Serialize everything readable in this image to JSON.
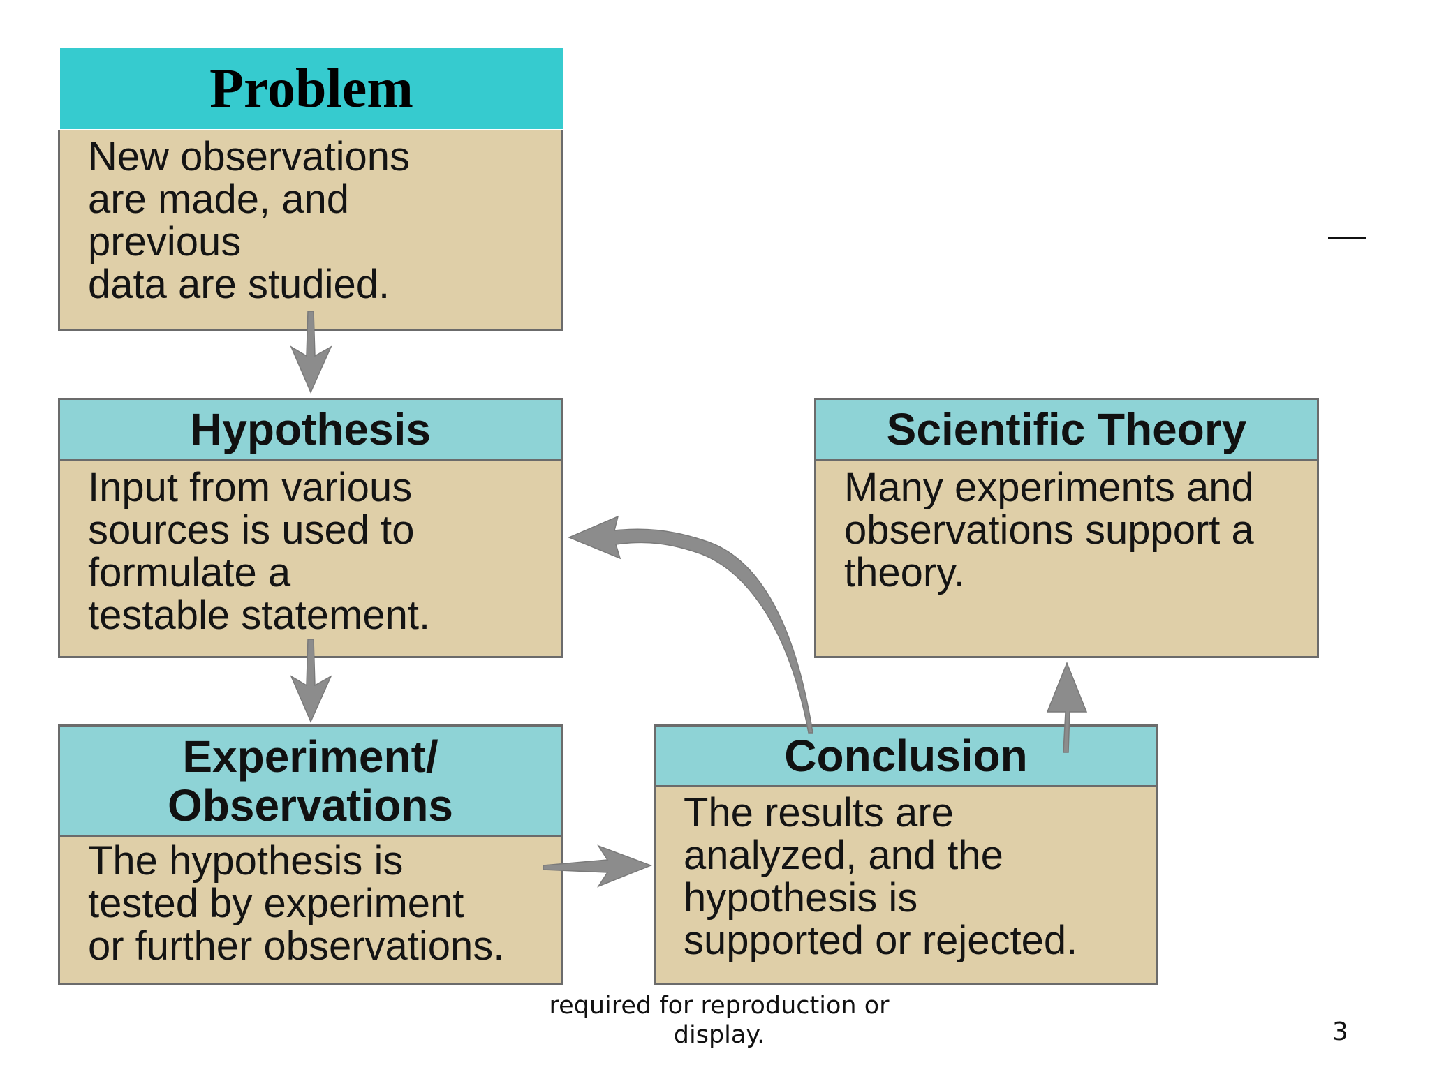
{
  "diagram": {
    "problem": {
      "title": "Problem",
      "text": "New observations\nare made, and\nprevious\ndata are studied."
    },
    "hypothesis": {
      "title": "Hypothesis",
      "text": "Input from various\nsources is used to\nformulate a\ntestable statement."
    },
    "scientific_theory": {
      "title": "Scientific Theory",
      "text": "Many experiments and\nobservations support a\ntheory."
    },
    "experiment": {
      "title": "Experiment/\nObservations",
      "text": "The hypothesis is\ntested by experiment\nor further observations."
    },
    "conclusion": {
      "title": "Conclusion",
      "text": "The results are\nanalyzed, and the\nhypothesis is\nsupported or rejected."
    }
  },
  "footer": {
    "note": "required for reproduction or\ndisplay.",
    "page_number": "3"
  },
  "colors": {
    "problem_header": "#36cbcf",
    "box_header": "#8ed3d6",
    "box_body": "#dfcfa8",
    "box_border": "#6b6b6b",
    "arrow": "#8c8c8c"
  }
}
